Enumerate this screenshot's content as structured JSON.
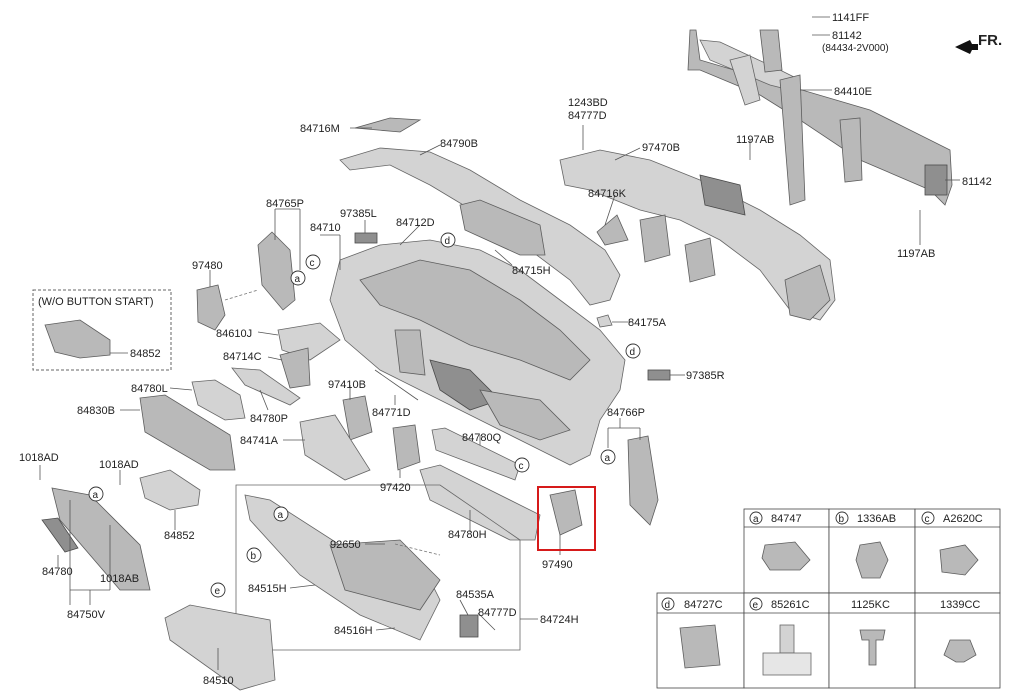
{
  "header": {
    "direction_label": "FR."
  },
  "labels": {
    "l1141FF": "1141FF",
    "l81142a": "81142",
    "l84434": "(84434-2V000)",
    "l84410E": "84410E",
    "l1243BD": "1243BD",
    "l84777Da": "84777D",
    "l97470B": "97470B",
    "l1197ABa": "1197AB",
    "l81142b": "81142",
    "l1197ABb": "1197AB",
    "l84716M": "84716M",
    "l84790B": "84790B",
    "l84716K": "84716K",
    "l84765P": "84765P",
    "l97385L": "97385L",
    "l84710": "84710",
    "l84712D": "84712D",
    "l97480": "97480",
    "l84715H": "84715H",
    "lwobs": "(W/O BUTTON START)",
    "l84852a": "84852",
    "l84610J": "84610J",
    "l84175A": "84175A",
    "l84714C": "84714C",
    "l97385R": "97385R",
    "l84780L": "84780L",
    "l97410B": "97410B",
    "l84830B": "84830B",
    "l84780P": "84780P",
    "l84771D": "84771D",
    "l84766P": "84766P",
    "l84741A": "84741A",
    "l84780Q": "84780Q",
    "l1018ADa": "1018AD",
    "l1018ADb": "1018AD",
    "l97420": "97420",
    "l84780H": "84780H",
    "l97490": "97490",
    "l84852b": "84852",
    "l92650": "92650",
    "l84515H": "84515H",
    "l84535A": "84535A",
    "l84777Db": "84777D",
    "l84724H": "84724H",
    "l84516H": "84516H",
    "l84780": "84780",
    "l1018AB": "1018AB",
    "l84750V": "84750V",
    "l84510": "84510"
  },
  "callouts": {
    "a": "a",
    "b": "b",
    "c": "c",
    "d": "d",
    "e": "e"
  },
  "legend": {
    "items": [
      {
        "letter": "a",
        "part": "84747"
      },
      {
        "letter": "b",
        "part": "1336AB"
      },
      {
        "letter": "c",
        "part": "A2620C"
      },
      {
        "letter": "d",
        "part": "84727C"
      },
      {
        "letter": "e",
        "part": "85261C"
      },
      {
        "letter": "",
        "part": "1125KC"
      },
      {
        "letter": "",
        "part": "1339CC"
      }
    ]
  },
  "highlight_color": "#d61a1a"
}
